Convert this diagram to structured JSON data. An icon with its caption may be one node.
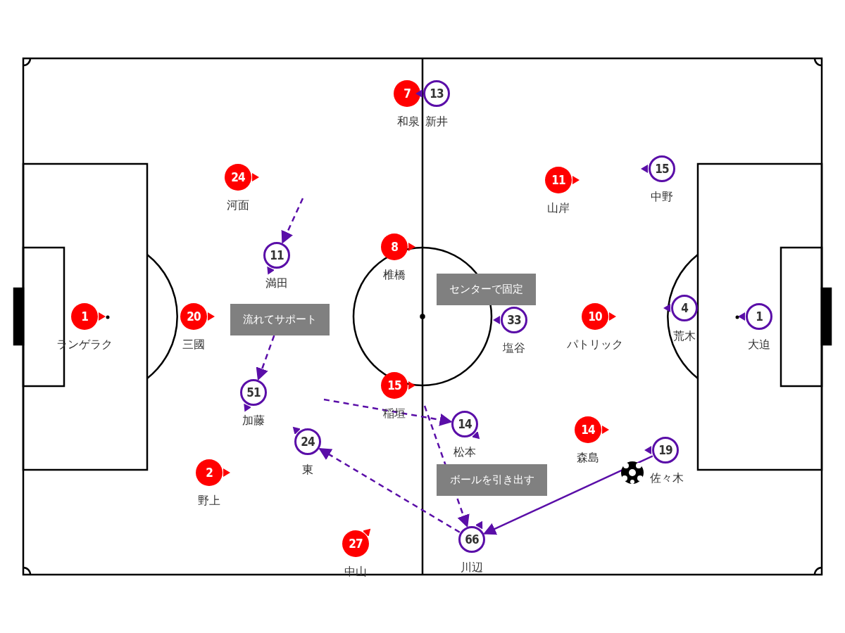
{
  "diagram": {
    "nodes": [
      {
        "text": [
          "7"
        ],
        "beside": [
          "和泉"
        ]
      },
      {
        "text": [
          "13"
        ],
        "beside": [
          "新井"
        ]
      },
      {
        "text": [
          "24"
        ],
        "beside": [
          "河面"
        ]
      },
      {
        "text": [
          "11"
        ],
        "beside": [
          "山岸"
        ]
      },
      {
        "text": [
          "15"
        ],
        "beside": [
          "中野"
        ]
      },
      {
        "text": [
          "11"
        ],
        "beside": [
          "満田"
        ]
      },
      {
        "text": [
          "8"
        ],
        "beside": [
          "椎橋"
        ]
      },
      {
        "text": [
          "センターで固定"
        ]
      },
      {
        "text": [
          "1"
        ],
        "beside": [
          "ランゲラク"
        ]
      },
      {
        "text": [
          "20"
        ],
        "beside": [
          "三國"
        ]
      },
      {
        "text": [
          "流れてサポート"
        ]
      },
      {
        "text": [
          "33"
        ],
        "beside": [
          "塩谷"
        ]
      },
      {
        "text": [
          "10"
        ],
        "beside": [
          "パトリック"
        ]
      },
      {
        "text": [
          "4"
        ],
        "beside": [
          "荒木"
        ]
      },
      {
        "text": [
          "1"
        ],
        "beside": [
          "大迫"
        ]
      },
      {
        "text": [
          "15"
        ],
        "beside": [
          "稲垣"
        ]
      },
      {
        "text": [
          "51"
        ],
        "beside": [
          "加藤"
        ]
      },
      {
        "text": [
          "14"
        ],
        "beside": [
          "松本"
        ]
      },
      {
        "text": [
          "14"
        ],
        "beside": [
          "森島"
        ]
      },
      {
        "text": [
          "19"
        ],
        "beside": [
          "佐々木"
        ]
      },
      {
        "text": [
          "24"
        ],
        "beside": [
          "東"
        ]
      },
      {
        "text": [
          "2"
        ],
        "beside": [
          "野上"
        ]
      },
      {
        "text": [
          "ボールを引き出す"
        ]
      },
      {
        "text": [
          "66"
        ],
        "beside": [
          "川辺"
        ]
      },
      {
        "text": [
          "27"
        ],
        "beside": [
          "中山"
        ]
      }
    ],
    "edges": [
      {
        "from": null,
        "to": 5,
        "arrow": "to",
        "style": "dashed"
      },
      {
        "from": 10,
        "to": 16,
        "arrow": "to",
        "style": "dashed"
      },
      {
        "from": null,
        "to": 17,
        "arrow": "to",
        "style": "dashed"
      },
      {
        "from": null,
        "to": 23,
        "arrow": "to",
        "style": "dashed"
      },
      {
        "from": 23,
        "to": 20,
        "arrow": "to",
        "style": "dashed"
      },
      {
        "from": 19,
        "to": 23,
        "arrow": "to"
      }
    ]
  }
}
